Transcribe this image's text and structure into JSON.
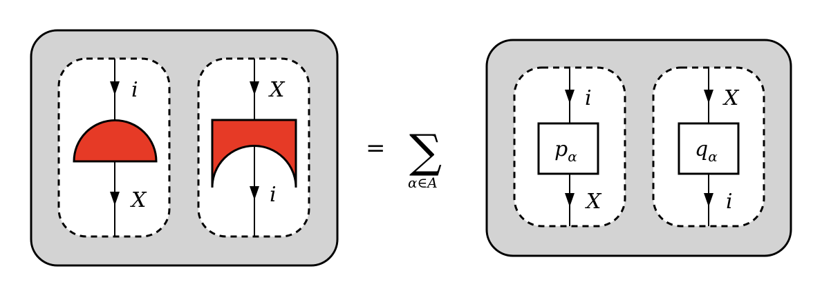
{
  "left_diagram": {
    "left_strand": {
      "top_label": "i",
      "bottom_label": "X"
    },
    "right_strand": {
      "top_label": "X",
      "bottom_label": "i"
    }
  },
  "equals": "=",
  "sum": {
    "symbol": "∑",
    "index": "α∈A"
  },
  "right_diagram": {
    "left_strand": {
      "top_label": "i",
      "box_base": "p",
      "box_sub": "α",
      "bottom_label": "X"
    },
    "right_strand": {
      "top_label": "X",
      "box_base": "q",
      "box_sub": "α",
      "bottom_label": "i"
    }
  },
  "colors": {
    "panel_fill": "#d3d3d3",
    "morphism_fill": "#e63a26",
    "stroke": "#000000"
  }
}
